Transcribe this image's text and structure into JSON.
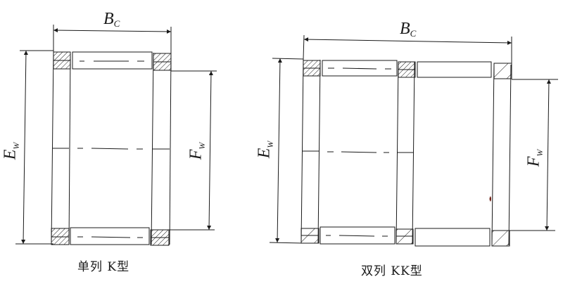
{
  "diagram": {
    "type": "technical drawing - needle roller and cage assemblies",
    "colors": {
      "line": "#1a1a1a",
      "background": "#ffffff"
    },
    "figures": [
      {
        "id": "single-row",
        "caption": "单列  K型",
        "dimensions": {
          "width": {
            "symbol": "B",
            "subscript": "C"
          },
          "outer": {
            "symbol": "E",
            "subscript": "W"
          },
          "inner": {
            "symbol": "F",
            "subscript": "W"
          }
        }
      },
      {
        "id": "double-row",
        "caption": "双列  KK型",
        "dimensions": {
          "width": {
            "symbol": "B",
            "subscript": "C"
          },
          "outer": {
            "symbol": "E",
            "subscript": "W"
          },
          "inner": {
            "symbol": "F",
            "subscript": "W"
          }
        }
      }
    ]
  }
}
